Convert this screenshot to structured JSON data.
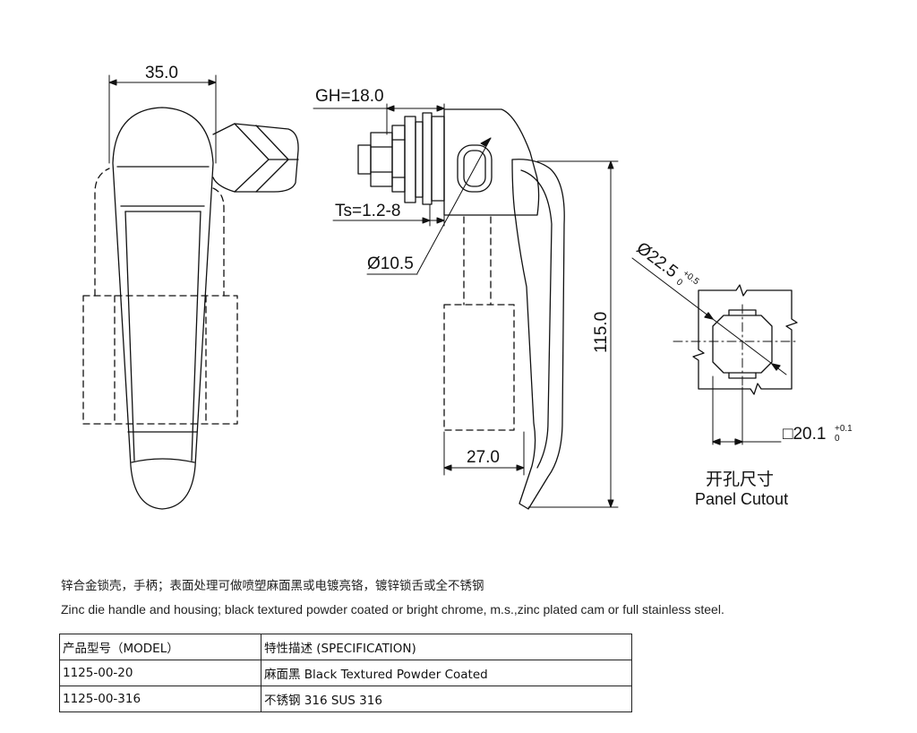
{
  "dimensions": {
    "width": "35.0",
    "gh": "GH=18.0",
    "ts": "Ts=1.2-8",
    "dia_shaft": "Ø10.5",
    "height": "115.0",
    "depth": "27.0",
    "cutout_dia": "Ø22.5",
    "cutout_dia_tol_upper": "+0.5",
    "cutout_dia_tol_lower": "0",
    "cutout_square": "□20.1",
    "cutout_square_tol_upper": "+0.1",
    "cutout_square_tol_lower": "0"
  },
  "cutout": {
    "title_cn": "开孔尺寸",
    "title_en": "Panel Cutout"
  },
  "notes": {
    "cn": "锌合金锁壳，手柄；表面处理可做喷塑麻面黑或电镀亮铬，镀锌锁舌或全不锈钢",
    "en": "Zinc die handle and housing; black textured powder coated or bright chrome, m.s.,zinc plated cam or full stainless steel."
  },
  "table": {
    "headers": [
      "产品型号（MODEL）",
      "特性描述 (SPECIFICATION)"
    ],
    "rows": [
      [
        "1125-00-20",
        "麻面黑 Black Textured Powder Coated"
      ],
      [
        "1125-00-316",
        "不锈钢 316  SUS 316"
      ]
    ]
  }
}
